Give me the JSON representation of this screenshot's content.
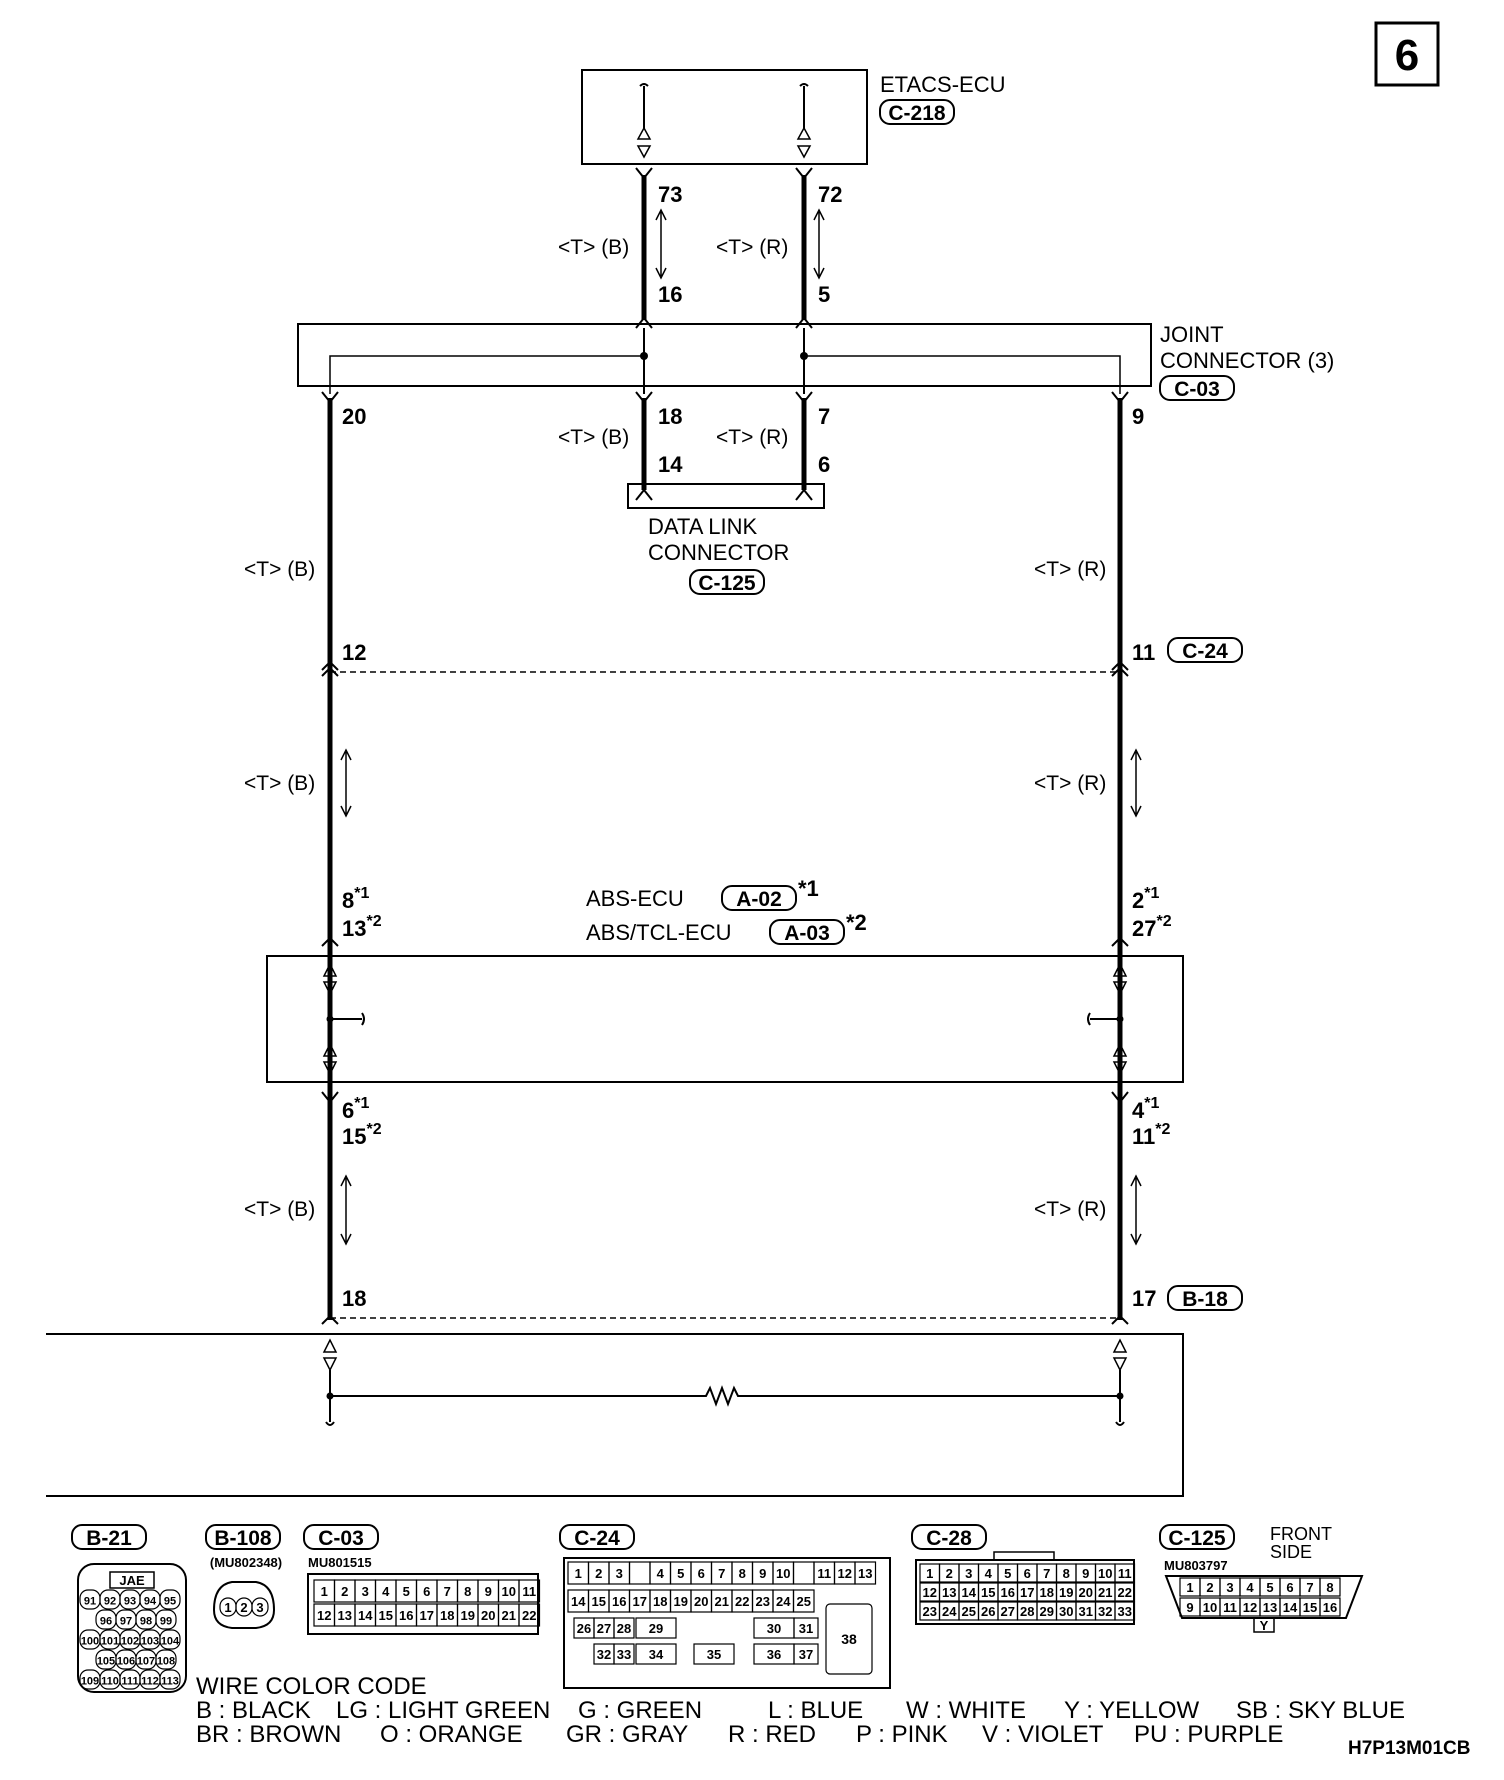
{
  "page_number": "6",
  "figure_code": "H7P13M01CB",
  "components": {
    "etacs": {
      "name": "ETACS-ECU",
      "connector": "C-218"
    },
    "joint": {
      "name_line1": "JOINT",
      "name_line2": "CONNECTOR (3)",
      "connector": "C-03"
    },
    "dlc": {
      "name_line1": "DATA LINK",
      "name_line2": "CONNECTOR",
      "connector": "C-125"
    },
    "inline_c24": {
      "connector": "C-24"
    },
    "inline_b18": {
      "connector": "B-18"
    },
    "abs": {
      "name": "ABS-ECU",
      "connector": "A-02",
      "note": "*1"
    },
    "abs_tcl": {
      "name": "ABS/TCL-ECU",
      "connector": "A-03",
      "note": "*2"
    }
  },
  "pins": {
    "etacs_left": "73",
    "etacs_right": "72",
    "joint_in_left": "16",
    "joint_in_right": "5",
    "joint_out_far_left": "20",
    "joint_out_left": "18",
    "joint_out_right": "7",
    "joint_out_far_right": "9",
    "dlc_left": "14",
    "dlc_right": "6",
    "c24_left": "12",
    "c24_right": "11",
    "abs_top_left_a": "8",
    "abs_top_left_b": "13",
    "abs_top_right_a": "2",
    "abs_top_right_b": "27",
    "abs_bot_left_a": "6",
    "abs_bot_left_b": "15",
    "abs_bot_right_a": "4",
    "abs_bot_right_b": "11",
    "b18_left": "18",
    "b18_right": "17"
  },
  "notes": {
    "star1": "*1",
    "star2": "*2"
  },
  "wire_labels": {
    "black": "<T> (B)",
    "red": "<T> (R)"
  },
  "connector_views": [
    {
      "id": "B-21",
      "sub": "JAE",
      "pins": [
        "91",
        "92",
        "93",
        "94",
        "95",
        "96",
        "97",
        "98",
        "99",
        "100",
        "101",
        "102",
        "103",
        "104",
        "105",
        "106",
        "107",
        "108",
        "109",
        "110",
        "111",
        "112",
        "113"
      ]
    },
    {
      "id": "B-108",
      "sub": "(MU802348)",
      "pins": [
        "1",
        "2",
        "3"
      ]
    },
    {
      "id": "C-03",
      "sub": "MU801515",
      "rows": [
        [
          "1",
          "2",
          "3",
          "4",
          "5",
          "6",
          "7",
          "8",
          "9",
          "10",
          "11"
        ],
        [
          "12",
          "13",
          "14",
          "15",
          "16",
          "17",
          "18",
          "19",
          "20",
          "21",
          "22"
        ]
      ]
    },
    {
      "id": "C-24",
      "rows": [
        [
          "1",
          "2",
          "3",
          "",
          "4",
          "5",
          "6",
          "7",
          "8",
          "9",
          "10",
          "",
          "11",
          "12",
          "13"
        ],
        [
          "14",
          "15",
          "16",
          "17",
          "18",
          "19",
          "20",
          "21",
          "22",
          "23",
          "24",
          "25"
        ]
      ],
      "extra": [
        "26",
        "27",
        "28",
        "29",
        "30",
        "31",
        "32",
        "33",
        "34",
        "35",
        "36",
        "37",
        "38"
      ]
    },
    {
      "id": "C-28",
      "rows": [
        [
          "1",
          "2",
          "3",
          "4",
          "5",
          "6",
          "7",
          "8",
          "9",
          "10",
          "11"
        ],
        [
          "12",
          "13",
          "14",
          "15",
          "16",
          "17",
          "18",
          "19",
          "20",
          "21",
          "22"
        ],
        [
          "23",
          "24",
          "25",
          "26",
          "27",
          "28",
          "29",
          "30",
          "31",
          "32",
          "33"
        ]
      ]
    },
    {
      "id": "C-125",
      "sub": "MU803797",
      "side_line1": "FRONT",
      "side_line2": "SIDE",
      "rows": [
        [
          "1",
          "2",
          "3",
          "4",
          "5",
          "6",
          "7",
          "8"
        ],
        [
          "9",
          "10",
          "11",
          "12",
          "13",
          "14",
          "15",
          "16"
        ]
      ],
      "key": "Y"
    }
  ],
  "color_code": {
    "title": "WIRE COLOR CODE",
    "line1": [
      "B : BLACK",
      "LG : LIGHT GREEN",
      "G : GREEN",
      "L : BLUE",
      "W : WHITE",
      "Y : YELLOW",
      "SB : SKY BLUE"
    ],
    "line2": [
      "BR : BROWN",
      "O : ORANGE",
      "GR : GRAY",
      "R : RED",
      "P : PINK",
      "V : VIOLET",
      "PU : PURPLE"
    ]
  }
}
